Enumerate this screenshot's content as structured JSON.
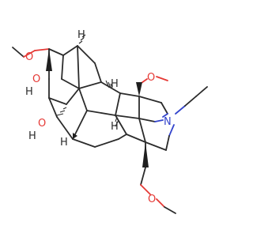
{
  "molecule": {
    "atom_labels": {
      "o_methoxy_top": "O",
      "o_methoxy_right": "O",
      "o_methoxy_bottom": "O",
      "oh_upper_o": "O",
      "oh_upper_h": "H",
      "oh_lower_o": "O",
      "oh_lower_h": "H",
      "nitrogen": "N",
      "h_top": "H",
      "h_mid_right": "H",
      "h_left": "H",
      "h_lower_mid": "H"
    },
    "colors": {
      "bond": "#2b2b2b",
      "oxygen": "#e53935",
      "nitrogen": "#3344cc",
      "background": "#ffffff"
    }
  }
}
